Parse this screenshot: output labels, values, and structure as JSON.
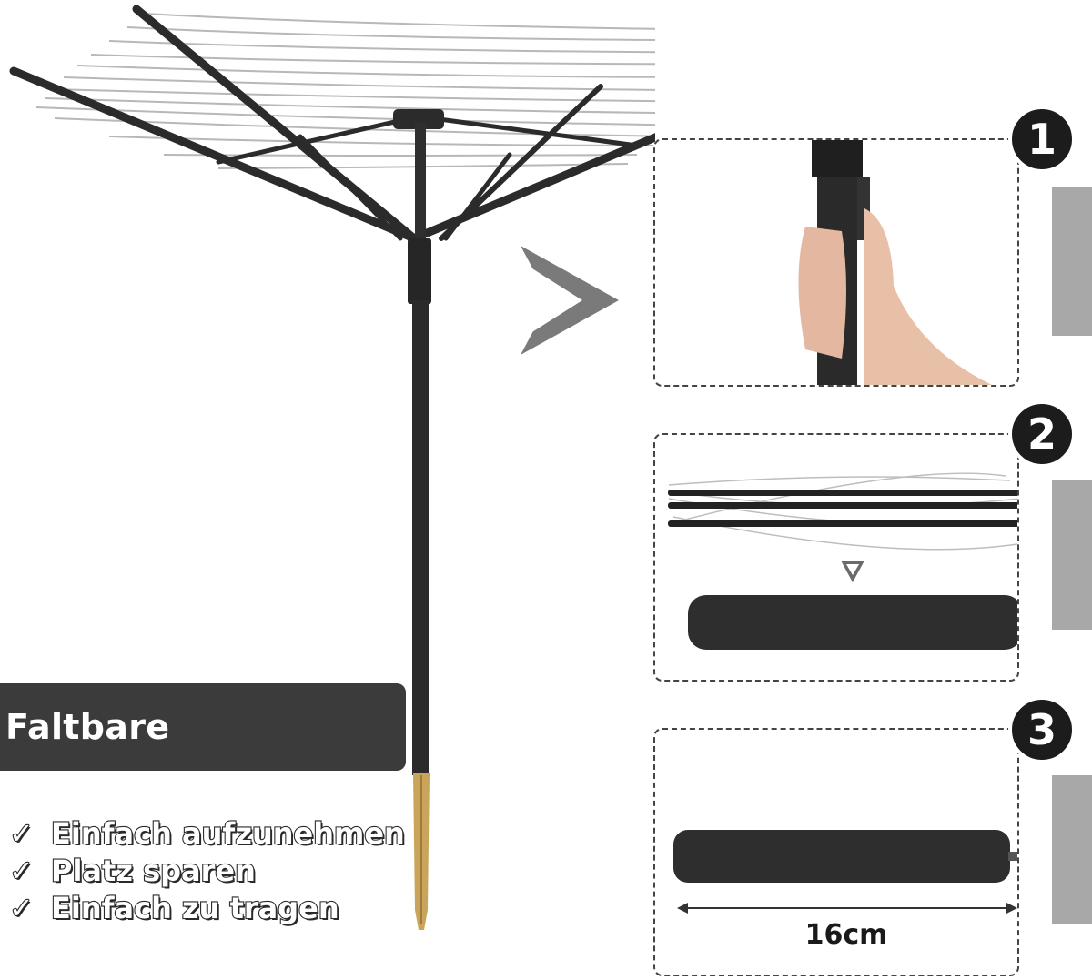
{
  "title": "Faltbare Ausführung",
  "features": [
    {
      "check": "✓",
      "text": "Einfach aufzunehmen"
    },
    {
      "check": "✓",
      "text": "Platz sparen"
    },
    {
      "check": "✓",
      "text": "Einfach zu tragen"
    }
  ],
  "steps": [
    {
      "number": "1"
    },
    {
      "number": "2"
    },
    {
      "number": "3"
    }
  ],
  "measurement": "16cm",
  "colors": {
    "frame": "#2b2b2b",
    "accent_gray": "#a8a8a8",
    "peg_wood": "#c9a45a",
    "title_bg": "#3b3b3b"
  }
}
